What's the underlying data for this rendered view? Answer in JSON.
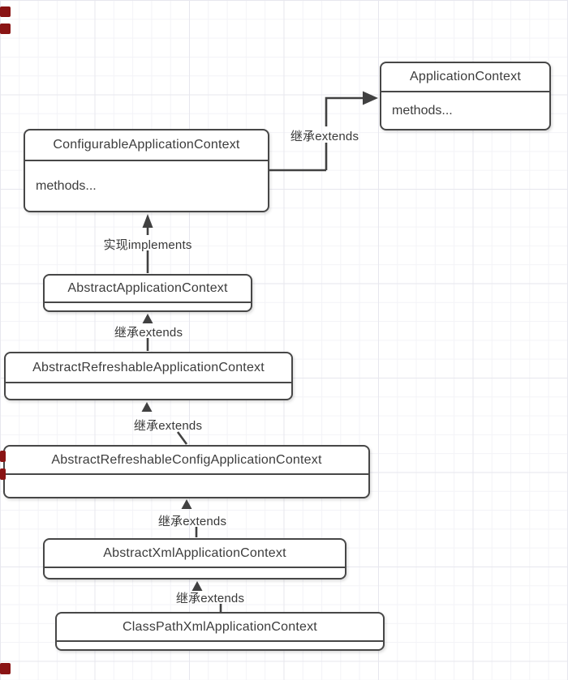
{
  "diagram": {
    "nodes": [
      {
        "title": "ApplicationContext",
        "body": "methods..."
      },
      {
        "title": "ConfigurableApplicationContext",
        "body": "methods..."
      },
      {
        "title": "AbstractApplicationContext",
        "body": ""
      },
      {
        "title": "AbstractRefreshableApplicationContext",
        "body": ""
      },
      {
        "title": "AbstractRefreshableConfigApplicationContext",
        "body": ""
      },
      {
        "title": "AbstractXmlApplicationContext",
        "body": ""
      },
      {
        "title": "ClassPathXmlApplicationContext",
        "body": ""
      }
    ],
    "edge_labels": [
      {
        "text": "继承extends"
      },
      {
        "text": "实现implements"
      },
      {
        "text": "继承extends"
      },
      {
        "text": "继承extends"
      },
      {
        "text": "继承extends"
      },
      {
        "text": "继承extends"
      }
    ],
    "colors": {
      "border_color": "#474747",
      "line_color": "#414141",
      "text_color": "#3c3c3c",
      "grid_minor": "#f3f3f7",
      "grid_major": "#e7e7ee",
      "marker_red": "#8a1414"
    }
  }
}
